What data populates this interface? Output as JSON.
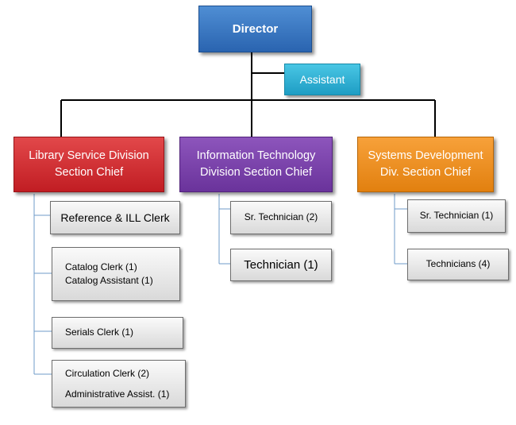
{
  "director": {
    "label": "Director"
  },
  "assistant": {
    "label": "Assistant"
  },
  "divisions": {
    "library": {
      "chief": [
        "Library Service Division",
        "Section Chief"
      ],
      "staff": [
        {
          "lines": [
            "Reference & ILL Clerk"
          ]
        },
        {
          "lines": [
            "Catalog Clerk (1)",
            "Catalog Assistant (1)"
          ]
        },
        {
          "lines": [
            "Serials Clerk (1)"
          ]
        },
        {
          "lines": [
            "Circulation Clerk (2)",
            "Administrative Assist. (1)"
          ]
        }
      ]
    },
    "it": {
      "chief": [
        "Information Technology",
        "Division Section Chief"
      ],
      "staff": [
        {
          "lines": [
            "Sr. Technician (2)"
          ]
        },
        {
          "lines": [
            "Technician (1)"
          ]
        }
      ]
    },
    "systems": {
      "chief": [
        "Systems Development",
        "Div. Section Chief"
      ],
      "staff": [
        {
          "lines": [
            "Sr. Technician (1)"
          ]
        },
        {
          "lines": [
            "Technicians (4)"
          ]
        }
      ]
    }
  },
  "colors": {
    "director": "#2f6fbf",
    "assistant": "#2bb0d4",
    "library_chief": "#d12d31",
    "it_chief": "#7a42aa",
    "systems_chief": "#f0901e",
    "staff_box": "#e6e6e6"
  }
}
